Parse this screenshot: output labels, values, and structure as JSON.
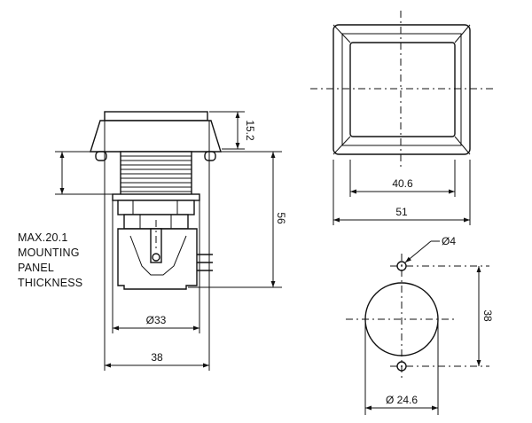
{
  "drawing": {
    "side_view": {
      "dim_height_top": "15.2",
      "dim_total_height": "56",
      "dim_body_diameter": "Ø33",
      "dim_overall_width": "38",
      "panel_note_lines": [
        "MAX.20.1",
        "MOUNTING",
        "PANEL",
        "THICKNESS"
      ]
    },
    "front_view": {
      "dim_inner_width": "40.6",
      "dim_outer_width": "51"
    },
    "cutout_view": {
      "dim_hole_diameter": "Ø4",
      "dim_hole_spacing": "38",
      "dim_cutout_diameter": "Ø 24.6"
    }
  }
}
